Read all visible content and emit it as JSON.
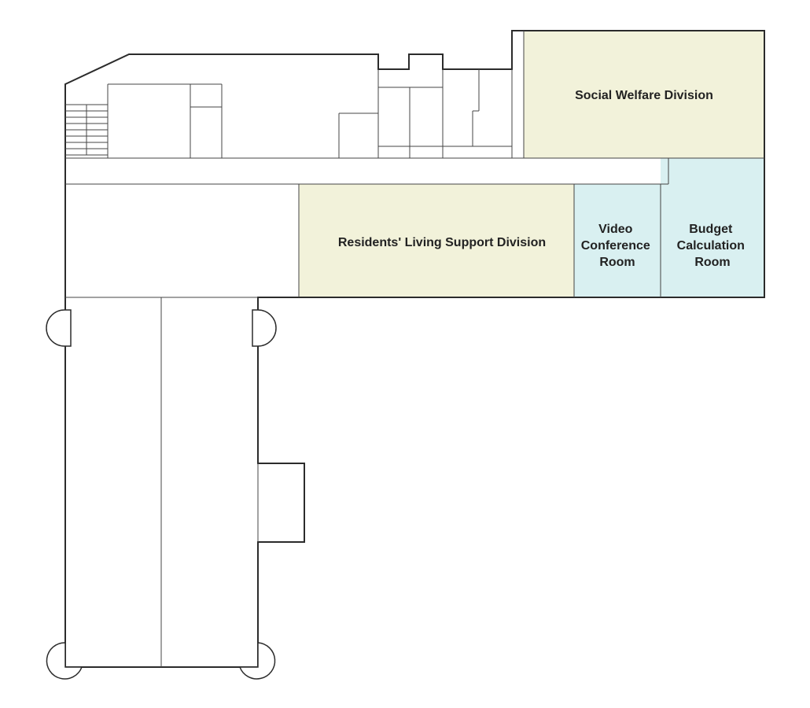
{
  "map": {
    "rooms": [
      {
        "id": "social-welfare",
        "name": "Social Welfare Division",
        "lines": [
          "Social Welfare Division"
        ],
        "type": "office"
      },
      {
        "id": "residents-living-support",
        "name": "Residents' Living Support Division",
        "lines": [
          "Residents' Living Support Division"
        ],
        "type": "office"
      },
      {
        "id": "video-conference",
        "name": "Video Conference Room",
        "lines": [
          "Video",
          "Conference",
          "Room"
        ],
        "type": "meeting"
      },
      {
        "id": "budget-calculation",
        "name": "Budget Calculation Room",
        "lines": [
          "Budget",
          "Calculation",
          "Room"
        ],
        "type": "meeting"
      }
    ],
    "colors": {
      "office": "#f2f2da",
      "meeting": "#d9f0f1",
      "wall": "#2b2b2b",
      "thin_line": "#444444",
      "background": "#ffffff"
    }
  }
}
